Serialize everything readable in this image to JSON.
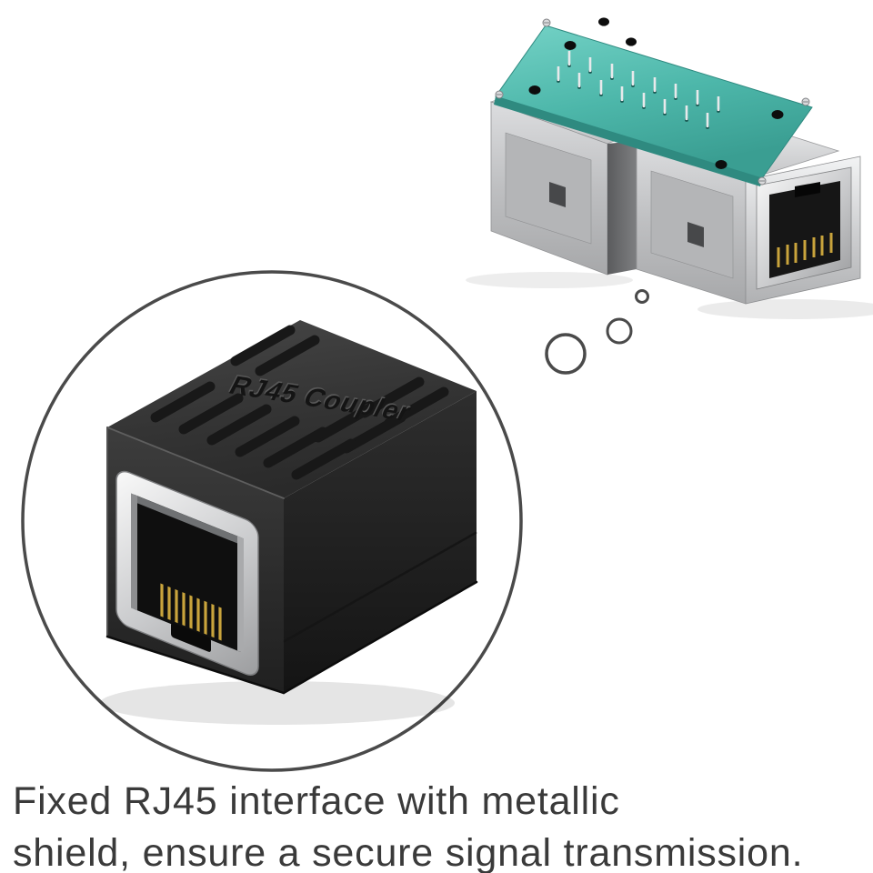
{
  "image": {
    "type": "product-photo",
    "subject": "RJ45 network coupler with magnified detail view and internal PCB view",
    "background": "#ffffff"
  },
  "product": {
    "embossed_label": "RJ45 Coupler"
  },
  "caption": {
    "line1": "Fixed RJ45 interface with metallic",
    "line2": "shield, ensure a secure signal transmission."
  },
  "colors": {
    "caption_text": "#3a3a3a",
    "magnifier_ring": "#4a4a4a",
    "coupler_body": "#2d2d2d",
    "pcb_teal": "#53bfb2",
    "metal_shield": "#c9cacc",
    "gold_contacts": "#c9a43c",
    "port_opening": "#141414"
  }
}
